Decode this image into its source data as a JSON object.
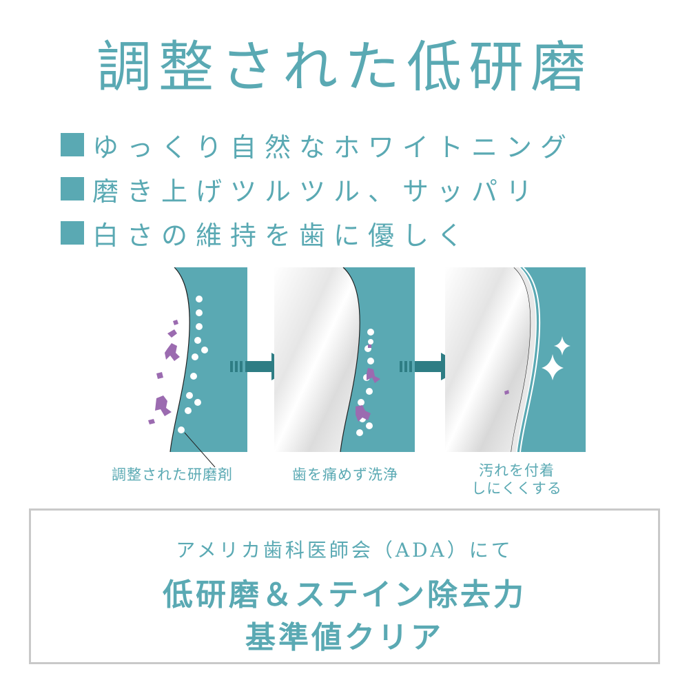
{
  "title": "調整された低研磨",
  "bullets": [
    "ゆっくり自然なホワイトニング",
    "磨き上げツルツル、サッパリ",
    "白さの維持を歯に優しく"
  ],
  "steps": [
    {
      "caption": "調整された研磨剤"
    },
    {
      "caption": "歯を痛めず洗浄"
    },
    {
      "caption_line1": "汚れを付着",
      "caption_line2": "しにくくする"
    }
  ],
  "claim": {
    "line1": "アメリカ歯科医師会（ADA）にて",
    "line2": "低研磨＆ステイン除去力",
    "line3": "基準値クリア"
  },
  "colors": {
    "accent": "#5aa9b3",
    "stain": "#9b6bb0",
    "arrow": "#2e7d84",
    "frame": "#c9c9c9"
  },
  "icons": [
    "arrow-right-icon",
    "sparkle-icon"
  ]
}
